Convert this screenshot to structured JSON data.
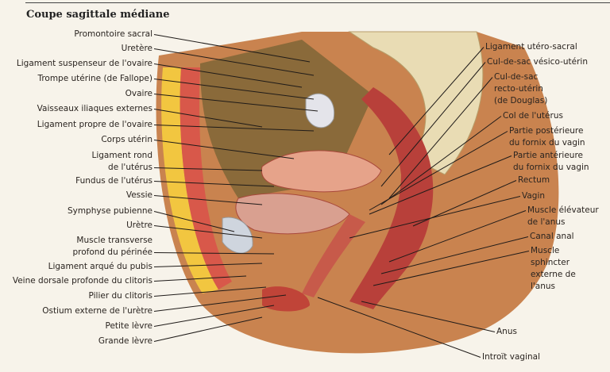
{
  "title": "Coupe sagittale médiane",
  "left_labels": [
    "Promontoire sacral",
    "Uretère",
    "Ligament suspenseur de l'ovaire",
    "Trompe utérine (de Fallope)",
    "Ovaire",
    "Vaisseaux iliaques externes",
    "Ligament propre de l'ovaire",
    "Corps utérin",
    "Ligament rond\nde l'utérus",
    "Fundus de l'utérus",
    "Vessie",
    "Symphyse pubienne",
    "Urètre",
    "Muscle transverse\nprofond du périnée",
    "Ligament arqué du pubis",
    "Veine dorsale profonde du clitoris",
    "Pilier du clitoris",
    "Ostium externe de l'urètre",
    "Petite lèvre",
    "Grande lèvre"
  ],
  "right_labels": [
    "Ligament utéro-sacral",
    "Cul-de-sac vésico-utérin",
    "Cul-de-sac\nrecto-utérin\n(de Douglas)",
    "Col de l'utérus",
    "Partie postérieure\ndu fornix du vagin",
    "Partie antérieure\ndu fornix du vagin",
    "Rectum",
    "Vagin",
    "Muscle élévateur\nde l'anus",
    "Canal anal",
    "Muscle\nsphincter\nexterne de\nl'anus",
    "Anus",
    "Introït vaginal"
  ]
}
